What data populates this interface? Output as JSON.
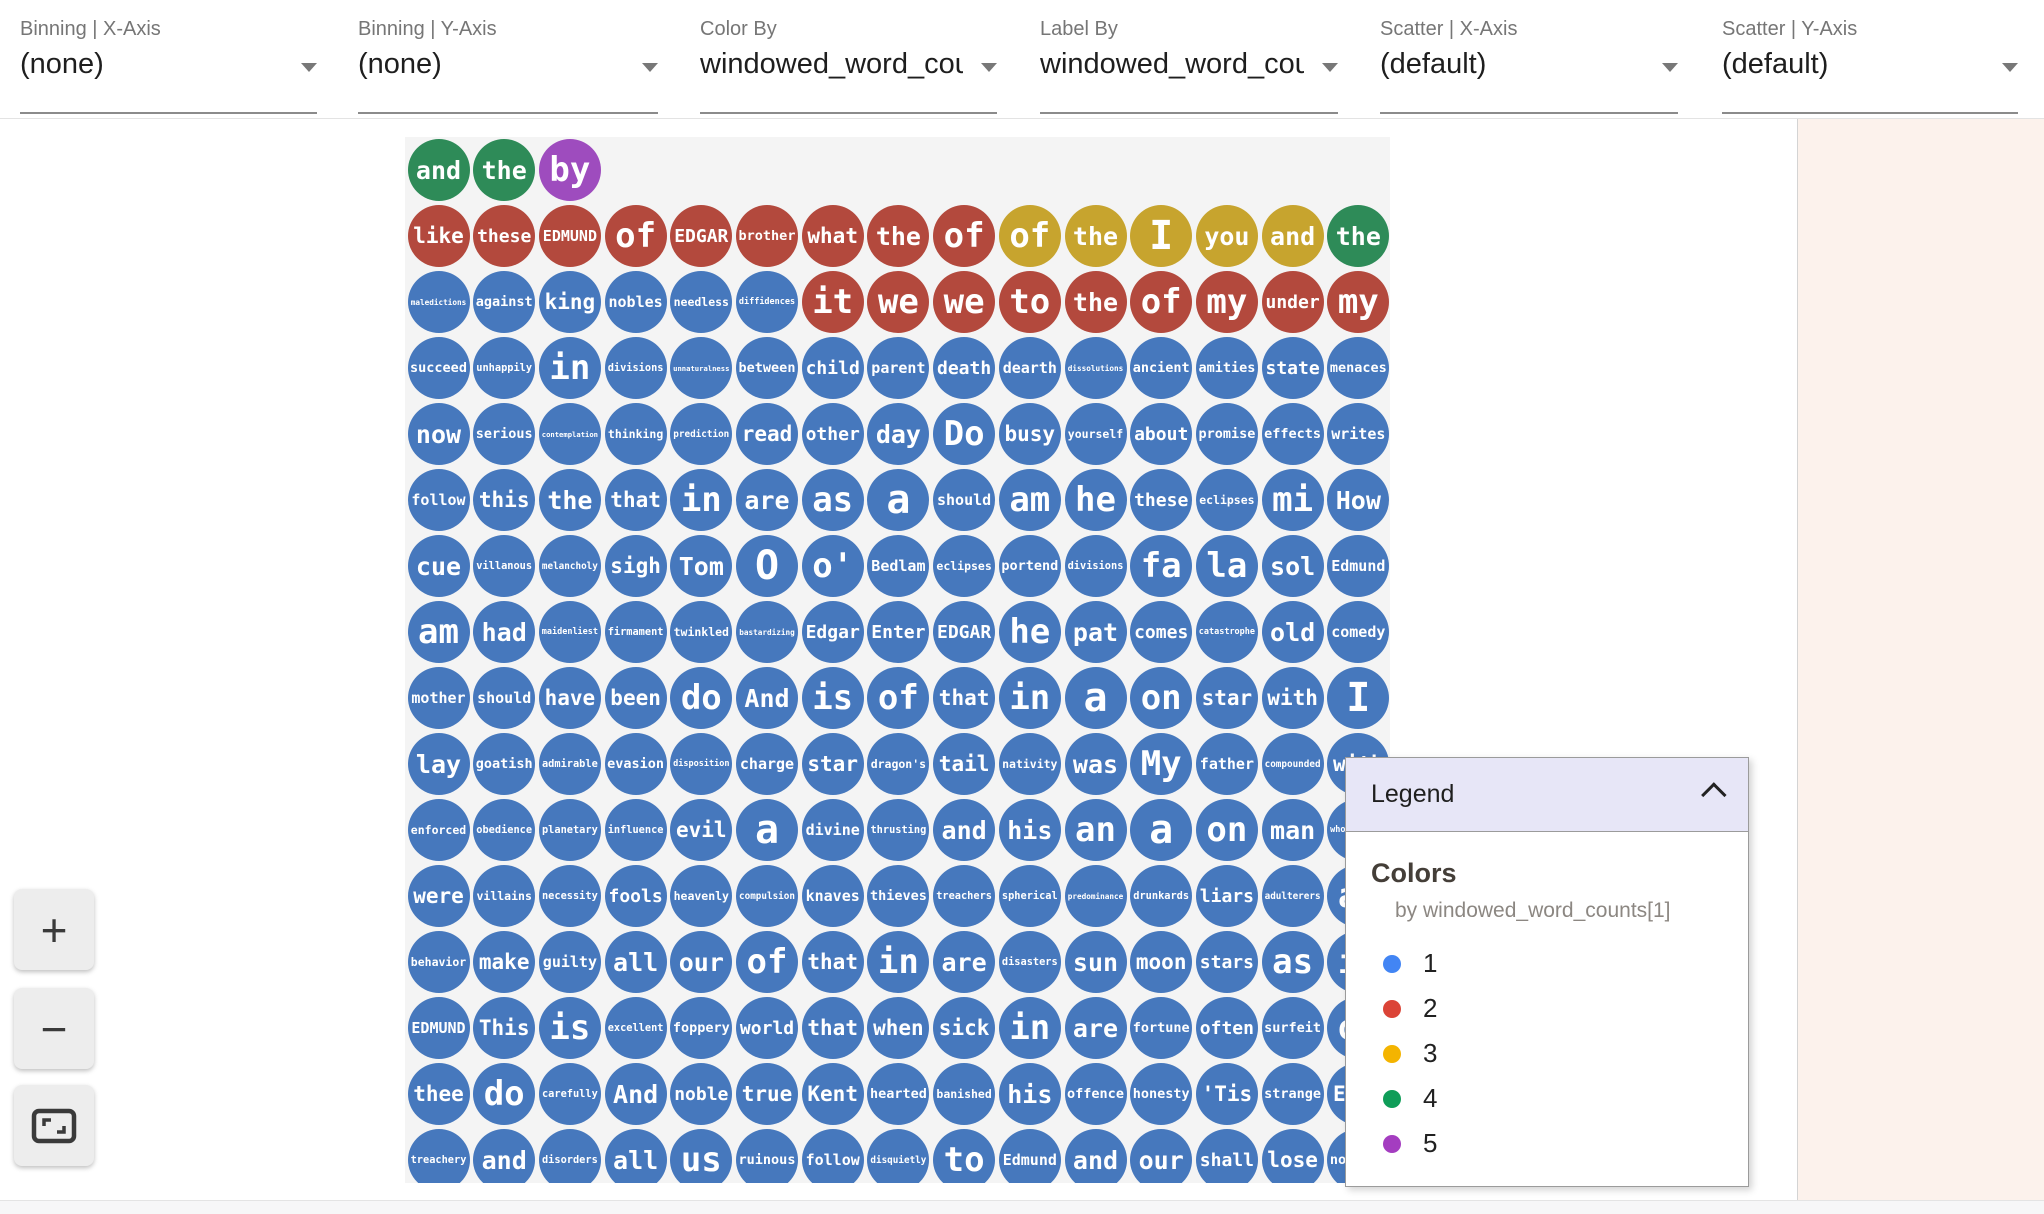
{
  "toolbar": {
    "dropdowns": [
      {
        "label": "Binning | X-Axis",
        "value": "(none)"
      },
      {
        "label": "Binning | Y-Axis",
        "value": "(none)"
      },
      {
        "label": "Color By",
        "value": "windowed_word_counts[1]"
      },
      {
        "label": "Label By",
        "value": "windowed_word_counts[1]"
      },
      {
        "label": "Scatter | X-Axis",
        "value": "(default)"
      },
      {
        "label": "Scatter | Y-Axis",
        "value": "(default)"
      }
    ]
  },
  "zoom_controls": {
    "zoom_in_label": "+",
    "zoom_out_label": "−"
  },
  "legend": {
    "title": "Legend",
    "section_title": "Colors",
    "subtitle": "by windowed_word_counts[1]",
    "items": [
      {
        "label": "1",
        "color": "#4285f4"
      },
      {
        "label": "2",
        "color": "#db4437"
      },
      {
        "label": "3",
        "color": "#f4b400"
      },
      {
        "label": "4",
        "color": "#0f9d58"
      },
      {
        "label": "5",
        "color": "#a43dc0"
      }
    ]
  },
  "chart_data": {
    "type": "scatter",
    "description": "grid of word bubbles, color encodes windowed_word_counts[1] value (1-5)",
    "color_field": "windowed_word_counts[1]",
    "bubble_palette": {
      "1": "#4678bd",
      "2": "#b3493d",
      "3": "#c7a42e",
      "4": "#2e8b58",
      "5": "#9e4cbe"
    },
    "rows": [
      [
        {
          "t": "and",
          "c": 4
        },
        {
          "t": "the",
          "c": 4
        },
        {
          "t": "by",
          "c": 5
        }
      ],
      [
        {
          "t": "like",
          "c": 2
        },
        {
          "t": "these",
          "c": 2
        },
        {
          "t": "EDMUND",
          "c": 2
        },
        {
          "t": "of",
          "c": 2
        },
        {
          "t": "EDGAR",
          "c": 2
        },
        {
          "t": "brother",
          "c": 2
        },
        {
          "t": "what",
          "c": 2
        },
        {
          "t": "the",
          "c": 2
        },
        {
          "t": "of",
          "c": 2
        },
        {
          "t": "of",
          "c": 3
        },
        {
          "t": "the",
          "c": 3
        },
        {
          "t": "I",
          "c": 3
        },
        {
          "t": "you",
          "c": 3
        },
        {
          "t": "and",
          "c": 3
        },
        {
          "t": "the",
          "c": 4
        }
      ],
      [
        {
          "t": "maledictions",
          "c": 1
        },
        {
          "t": "against",
          "c": 1
        },
        {
          "t": "king",
          "c": 1
        },
        {
          "t": "nobles",
          "c": 1
        },
        {
          "t": "needless",
          "c": 1
        },
        {
          "t": "diffidences",
          "c": 1
        },
        {
          "t": "it",
          "c": 2
        },
        {
          "t": "we",
          "c": 2
        },
        {
          "t": "we",
          "c": 2
        },
        {
          "t": "to",
          "c": 2
        },
        {
          "t": "the",
          "c": 2
        },
        {
          "t": "of",
          "c": 2
        },
        {
          "t": "my",
          "c": 2
        },
        {
          "t": "under",
          "c": 2
        },
        {
          "t": "my",
          "c": 2
        }
      ],
      [
        {
          "t": "succeed",
          "c": 1
        },
        {
          "t": "unhappily",
          "c": 1
        },
        {
          "t": "in",
          "c": 1
        },
        {
          "t": "divisions",
          "c": 1
        },
        {
          "t": "unnaturalness",
          "c": 1
        },
        {
          "t": "between",
          "c": 1
        },
        {
          "t": "child",
          "c": 1
        },
        {
          "t": "parent",
          "c": 1
        },
        {
          "t": "death",
          "c": 1
        },
        {
          "t": "dearth",
          "c": 1
        },
        {
          "t": "dissolutions",
          "c": 1
        },
        {
          "t": "ancient",
          "c": 1
        },
        {
          "t": "amities",
          "c": 1
        },
        {
          "t": "state",
          "c": 1
        },
        {
          "t": "menaces",
          "c": 1
        }
      ],
      [
        {
          "t": "now",
          "c": 1
        },
        {
          "t": "serious",
          "c": 1
        },
        {
          "t": "contemplation",
          "c": 1
        },
        {
          "t": "thinking",
          "c": 1
        },
        {
          "t": "prediction",
          "c": 1
        },
        {
          "t": "read",
          "c": 1
        },
        {
          "t": "other",
          "c": 1
        },
        {
          "t": "day",
          "c": 1
        },
        {
          "t": "Do",
          "c": 1
        },
        {
          "t": "busy",
          "c": 1
        },
        {
          "t": "yourself",
          "c": 1
        },
        {
          "t": "about",
          "c": 1
        },
        {
          "t": "promise",
          "c": 1
        },
        {
          "t": "effects",
          "c": 1
        },
        {
          "t": "writes",
          "c": 1
        }
      ],
      [
        {
          "t": "follow",
          "c": 1
        },
        {
          "t": "this",
          "c": 1
        },
        {
          "t": "the",
          "c": 1
        },
        {
          "t": "that",
          "c": 1
        },
        {
          "t": "in",
          "c": 1
        },
        {
          "t": "are",
          "c": 1
        },
        {
          "t": "as",
          "c": 1
        },
        {
          "t": "a",
          "c": 1
        },
        {
          "t": "should",
          "c": 1
        },
        {
          "t": "am",
          "c": 1
        },
        {
          "t": "he",
          "c": 1
        },
        {
          "t": "these",
          "c": 1
        },
        {
          "t": "eclipses",
          "c": 1
        },
        {
          "t": "mi",
          "c": 1
        },
        {
          "t": "How",
          "c": 1
        }
      ],
      [
        {
          "t": "cue",
          "c": 1
        },
        {
          "t": "villanous",
          "c": 1
        },
        {
          "t": "melancholy",
          "c": 1
        },
        {
          "t": "sigh",
          "c": 1
        },
        {
          "t": "Tom",
          "c": 1
        },
        {
          "t": "O",
          "c": 1
        },
        {
          "t": "o'",
          "c": 1
        },
        {
          "t": "Bedlam",
          "c": 1
        },
        {
          "t": "eclipses",
          "c": 1
        },
        {
          "t": "portend",
          "c": 1
        },
        {
          "t": "divisions",
          "c": 1
        },
        {
          "t": "fa",
          "c": 1
        },
        {
          "t": "la",
          "c": 1
        },
        {
          "t": "sol",
          "c": 1
        },
        {
          "t": "Edmund",
          "c": 1
        }
      ],
      [
        {
          "t": "am",
          "c": 1
        },
        {
          "t": "had",
          "c": 1
        },
        {
          "t": "maidenliest",
          "c": 1
        },
        {
          "t": "firmament",
          "c": 1
        },
        {
          "t": "twinkled",
          "c": 1
        },
        {
          "t": "bastardizing",
          "c": 1
        },
        {
          "t": "Edgar",
          "c": 1
        },
        {
          "t": "Enter",
          "c": 1
        },
        {
          "t": "EDGAR",
          "c": 1
        },
        {
          "t": "he",
          "c": 1
        },
        {
          "t": "pat",
          "c": 1
        },
        {
          "t": "comes",
          "c": 1
        },
        {
          "t": "catastrophe",
          "c": 1
        },
        {
          "t": "old",
          "c": 1
        },
        {
          "t": "comedy",
          "c": 1
        }
      ],
      [
        {
          "t": "mother",
          "c": 1
        },
        {
          "t": "should",
          "c": 1
        },
        {
          "t": "have",
          "c": 1
        },
        {
          "t": "been",
          "c": 1
        },
        {
          "t": "do",
          "c": 1
        },
        {
          "t": "And",
          "c": 1
        },
        {
          "t": "is",
          "c": 1
        },
        {
          "t": "of",
          "c": 1
        },
        {
          "t": "that",
          "c": 1
        },
        {
          "t": "in",
          "c": 1
        },
        {
          "t": "a",
          "c": 1
        },
        {
          "t": "on",
          "c": 1
        },
        {
          "t": "star",
          "c": 1
        },
        {
          "t": "with",
          "c": 1
        },
        {
          "t": "I",
          "c": 1
        }
      ],
      [
        {
          "t": "lay",
          "c": 1
        },
        {
          "t": "goatish",
          "c": 1
        },
        {
          "t": "admirable",
          "c": 1
        },
        {
          "t": "evasion",
          "c": 1
        },
        {
          "t": "disposition",
          "c": 1
        },
        {
          "t": "charge",
          "c": 1
        },
        {
          "t": "star",
          "c": 1
        },
        {
          "t": "dragon's",
          "c": 1
        },
        {
          "t": "tail",
          "c": 1
        },
        {
          "t": "nativity",
          "c": 1
        },
        {
          "t": "was",
          "c": 1
        },
        {
          "t": "My",
          "c": 1
        },
        {
          "t": "father",
          "c": 1
        },
        {
          "t": "compounded",
          "c": 1
        },
        {
          "t": "with",
          "c": 1
        }
      ],
      [
        {
          "t": "enforced",
          "c": 1
        },
        {
          "t": "obedience",
          "c": 1
        },
        {
          "t": "planetary",
          "c": 1
        },
        {
          "t": "influence",
          "c": 1
        },
        {
          "t": "evil",
          "c": 1
        },
        {
          "t": "a",
          "c": 1
        },
        {
          "t": "divine",
          "c": 1
        },
        {
          "t": "thrusting",
          "c": 1
        },
        {
          "t": "and",
          "c": 1
        },
        {
          "t": "his",
          "c": 1
        },
        {
          "t": "an",
          "c": 1
        },
        {
          "t": "a",
          "c": 1
        },
        {
          "t": "on",
          "c": 1
        },
        {
          "t": "man",
          "c": 1
        },
        {
          "t": "whoremaster",
          "c": 1
        }
      ],
      [
        {
          "t": "were",
          "c": 1
        },
        {
          "t": "villains",
          "c": 1
        },
        {
          "t": "necessity",
          "c": 1
        },
        {
          "t": "fools",
          "c": 1
        },
        {
          "t": "heavenly",
          "c": 1
        },
        {
          "t": "compulsion",
          "c": 1
        },
        {
          "t": "knaves",
          "c": 1
        },
        {
          "t": "thieves",
          "c": 1
        },
        {
          "t": "treachers",
          "c": 1
        },
        {
          "t": "spherical",
          "c": 1
        },
        {
          "t": "predominance",
          "c": 1
        },
        {
          "t": "drunkards",
          "c": 1
        },
        {
          "t": "liars",
          "c": 1
        },
        {
          "t": "adulterers",
          "c": 1
        },
        {
          "t": "an",
          "c": 1
        }
      ],
      [
        {
          "t": "behavior",
          "c": 1
        },
        {
          "t": "make",
          "c": 1
        },
        {
          "t": "guilty",
          "c": 1
        },
        {
          "t": "all",
          "c": 1
        },
        {
          "t": "our",
          "c": 1
        },
        {
          "t": "of",
          "c": 1
        },
        {
          "t": "that",
          "c": 1
        },
        {
          "t": "in",
          "c": 1
        },
        {
          "t": "are",
          "c": 1
        },
        {
          "t": "disasters",
          "c": 1
        },
        {
          "t": "sun",
          "c": 1
        },
        {
          "t": "moon",
          "c": 1
        },
        {
          "t": "stars",
          "c": 1
        },
        {
          "t": "as",
          "c": 1
        },
        {
          "t": "if",
          "c": 1
        }
      ],
      [
        {
          "t": "EDMUND",
          "c": 1
        },
        {
          "t": "This",
          "c": 1
        },
        {
          "t": "is",
          "c": 1
        },
        {
          "t": "excellent",
          "c": 1
        },
        {
          "t": "foppery",
          "c": 1
        },
        {
          "t": "world",
          "c": 1
        },
        {
          "t": "that",
          "c": 1
        },
        {
          "t": "when",
          "c": 1
        },
        {
          "t": "sick",
          "c": 1
        },
        {
          "t": "in",
          "c": 1
        },
        {
          "t": "are",
          "c": 1
        },
        {
          "t": "fortune",
          "c": 1
        },
        {
          "t": "often",
          "c": 1
        },
        {
          "t": "surfeit",
          "c": 1
        },
        {
          "t": "of",
          "c": 1
        }
      ],
      [
        {
          "t": "thee",
          "c": 1
        },
        {
          "t": "do",
          "c": 1
        },
        {
          "t": "carefully",
          "c": 1
        },
        {
          "t": "And",
          "c": 1
        },
        {
          "t": "noble",
          "c": 1
        },
        {
          "t": "true",
          "c": 1
        },
        {
          "t": "Kent",
          "c": 1
        },
        {
          "t": "hearted",
          "c": 1
        },
        {
          "t": "banished",
          "c": 1
        },
        {
          "t": "his",
          "c": 1
        },
        {
          "t": "offence",
          "c": 1
        },
        {
          "t": "honesty",
          "c": 1
        },
        {
          "t": "'Tis",
          "c": 1
        },
        {
          "t": "strange",
          "c": 1
        },
        {
          "t": "Exit",
          "c": 1
        }
      ],
      [
        {
          "t": "treachery",
          "c": 1
        },
        {
          "t": "and",
          "c": 1
        },
        {
          "t": "disorders",
          "c": 1
        },
        {
          "t": "all",
          "c": 1
        },
        {
          "t": "us",
          "c": 1
        },
        {
          "t": "ruinous",
          "c": 1
        },
        {
          "t": "follow",
          "c": 1
        },
        {
          "t": "disquietly",
          "c": 1
        },
        {
          "t": "to",
          "c": 1
        },
        {
          "t": "Edmund",
          "c": 1
        },
        {
          "t": "and",
          "c": 1
        },
        {
          "t": "our",
          "c": 1
        },
        {
          "t": "shall",
          "c": 1
        },
        {
          "t": "lose",
          "c": 1
        },
        {
          "t": "nothing",
          "c": 1
        }
      ]
    ]
  }
}
